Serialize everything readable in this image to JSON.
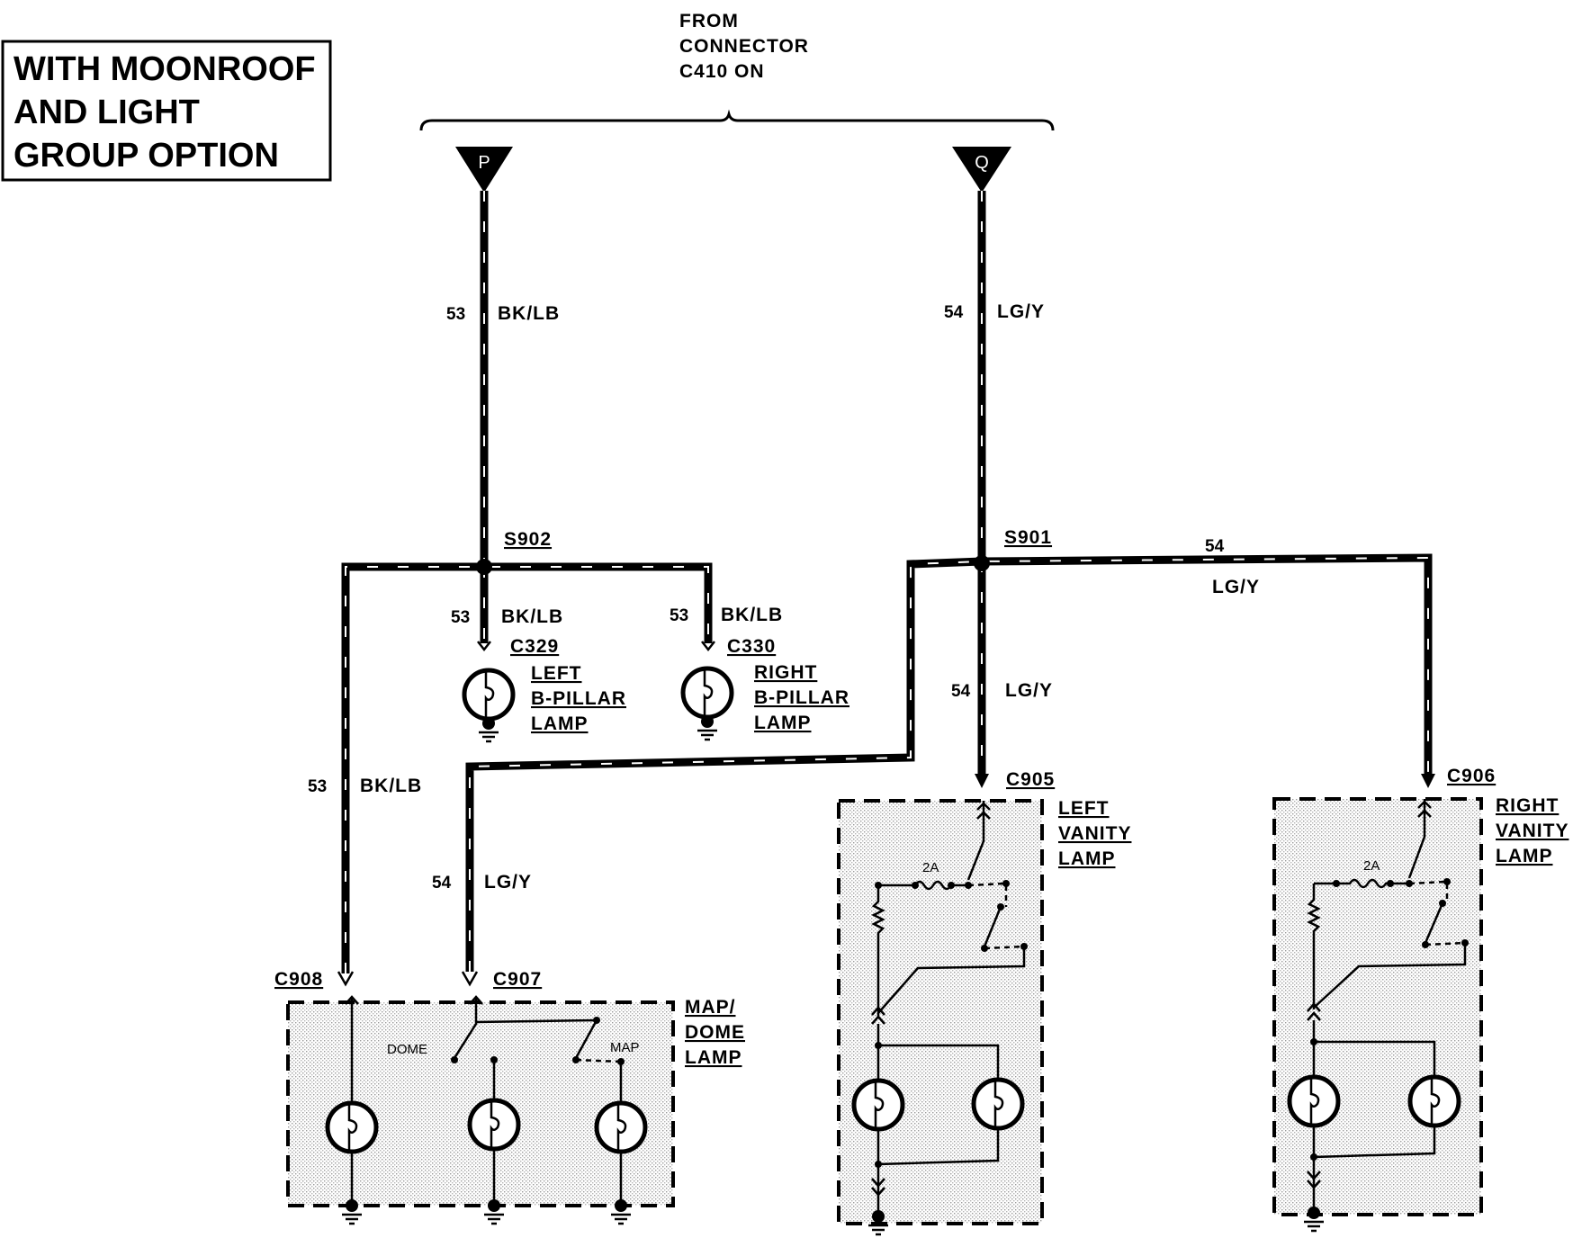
{
  "title": [
    "WITH MOONROOF",
    "AND LIGHT",
    "GROUP OPTION"
  ],
  "source": [
    "FROM",
    "CONNECTOR",
    "C410 ON"
  ],
  "connectors_in": [
    "P",
    "Q"
  ],
  "circuits": {
    "c53": {
      "num": "53",
      "color": "BK/LB"
    },
    "c54": {
      "num": "54",
      "color": "LG/Y"
    }
  },
  "splices": [
    "S902",
    "S901"
  ],
  "components": {
    "left_bpillar": {
      "connector": "C329",
      "name": [
        "LEFT",
        "B-PILLAR",
        "LAMP"
      ]
    },
    "right_bpillar": {
      "connector": "C330",
      "name": [
        "RIGHT",
        "B-PILLAR",
        "LAMP"
      ]
    },
    "map_dome": {
      "connectors": [
        "C908",
        "C907"
      ],
      "name": [
        "MAP/",
        "DOME",
        "LAMP"
      ],
      "switch_labels": [
        "DOME",
        "MAP"
      ]
    },
    "left_vanity": {
      "connector": "C905",
      "name": [
        "LEFT",
        "VANITY",
        "LAMP"
      ],
      "fuse": "2A"
    },
    "right_vanity": {
      "connector": "C906",
      "name": [
        "RIGHT",
        "VANITY",
        "LAMP"
      ],
      "fuse": "2A"
    }
  }
}
